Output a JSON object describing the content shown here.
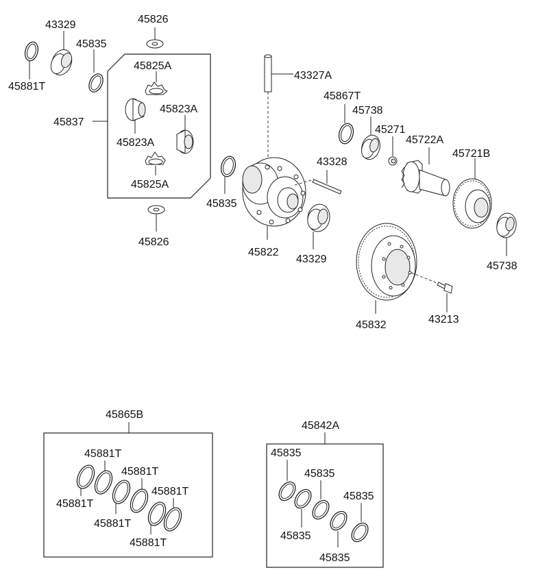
{
  "labels": {
    "p43329_top": "43329",
    "p45826_top": "45826",
    "p45835_top": "45835",
    "p45881T_top": "45881T",
    "p45825A_top": "45825A",
    "p45823A_right": "45823A",
    "p45837": "45837",
    "p45823A_left": "45823A",
    "p45825A_bottom": "45825A",
    "p45826_bottom": "45826",
    "p43327A": "43327A",
    "p45867T": "45867T",
    "p45738_top": "45738",
    "p45271": "45271",
    "p45722A": "45722A",
    "p45721B": "45721B",
    "p43328": "43328",
    "p45835_mid": "45835",
    "p45822": "45822",
    "p43329_mid": "43329",
    "p45738_right": "45738",
    "p45832": "45832",
    "p43213": "43213",
    "p45865B": "45865B",
    "p45842A": "45842A",
    "kit1_r1": "45881T",
    "kit1_r2": "45881T",
    "kit1_r3": "45881T",
    "kit1_r4": "45881T",
    "kit1_r5": "45881T",
    "kit1_r6": "45881T",
    "kit2_r1": "45835",
    "kit2_r2": "45835",
    "kit2_r3": "45835",
    "kit2_r4": "45835",
    "kit2_r5": "45835"
  }
}
